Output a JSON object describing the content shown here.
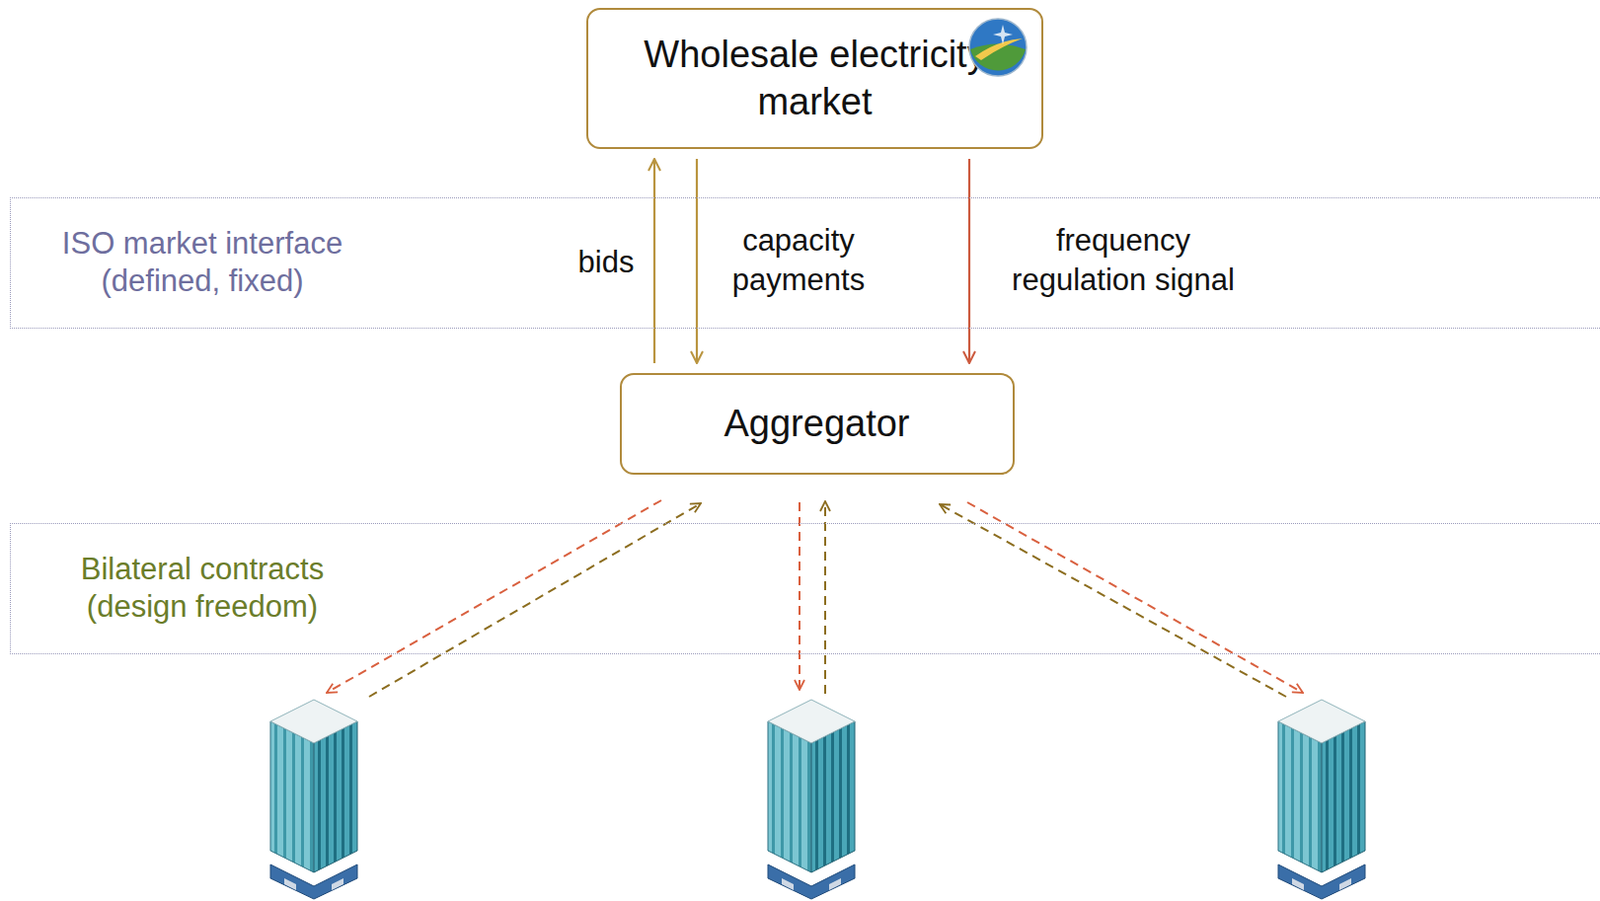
{
  "diagram": {
    "nodes": [
      {
        "text": [
          "Wholesale electricity market"
        ]
      },
      {
        "text": [
          "ISO market interface (defined, fixed)"
        ]
      },
      {
        "text": [
          "Aggregator"
        ]
      },
      {
        "text": [
          "Bilateral contracts (design freedom)"
        ]
      }
    ],
    "edges": [
      {
        "from": 2,
        "to": 0,
        "arrow": "to",
        "label": "bids"
      },
      {
        "from": 0,
        "to": 2,
        "arrow": "to",
        "label": "capacity payments"
      },
      {
        "from": 0,
        "to": 2,
        "arrow": "to",
        "label": "frequency regulation signal"
      }
    ]
  }
}
